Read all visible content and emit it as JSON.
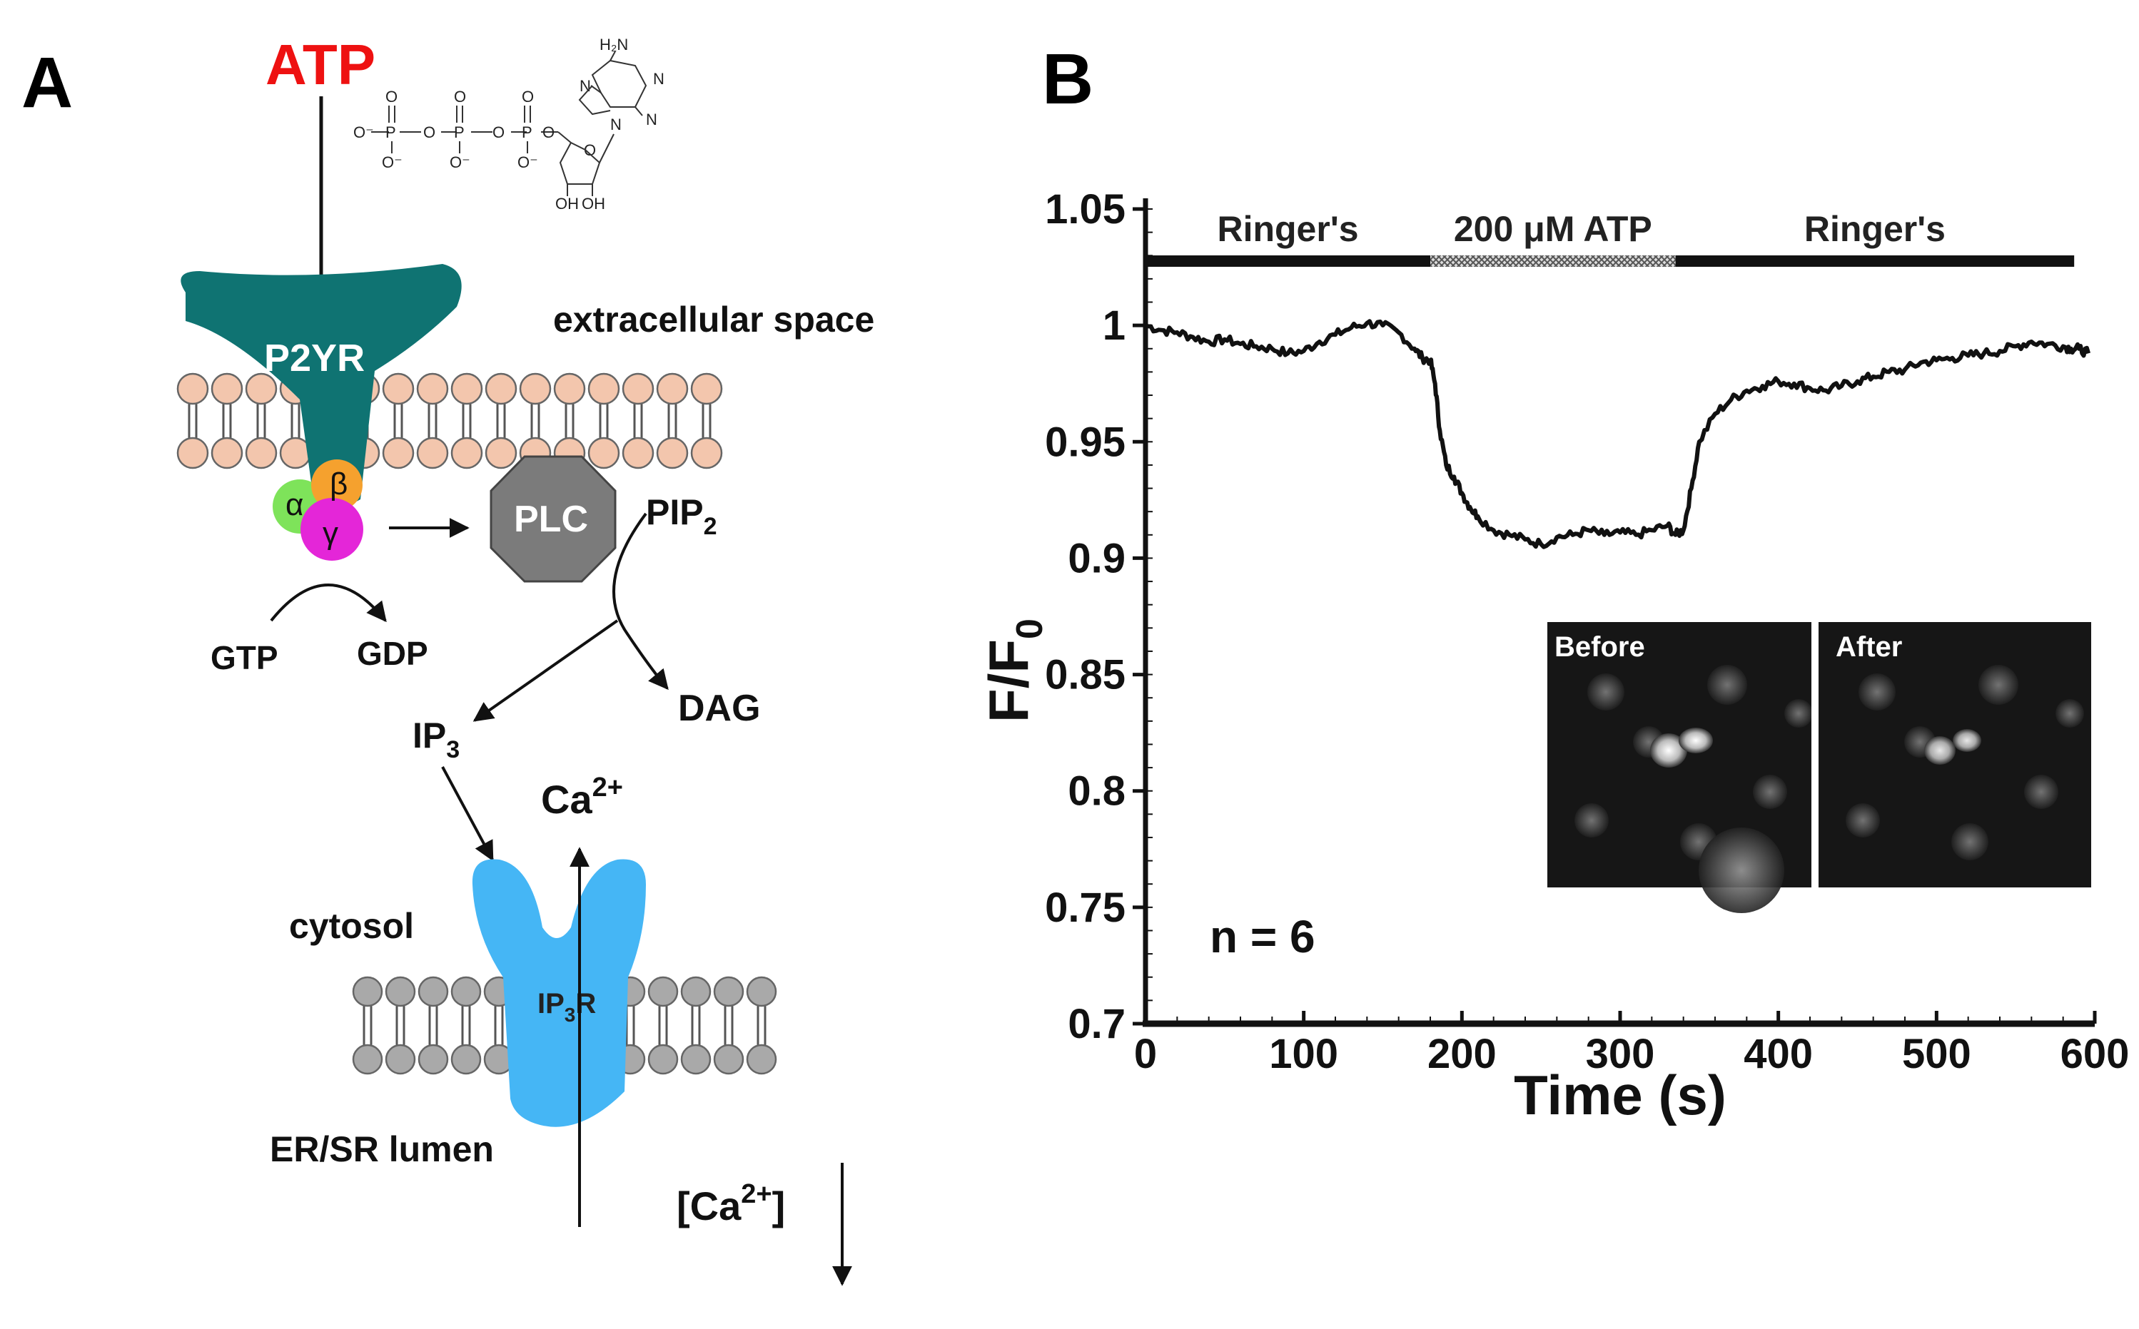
{
  "panels": {
    "a_letter": "A",
    "b_letter": "B"
  },
  "diagram": {
    "atp_label": "ATP",
    "atp_color": "#ee1111",
    "atp_structure_labels": {
      "h2n": "H₂N",
      "phosphate": "P",
      "oxygen": "O",
      "ominus": "O⁻",
      "ring_n": "N",
      "oh": "OH"
    },
    "receptor_label": "P2YR",
    "receptor_color": "#0f7372",
    "extracellular_label": "extracellular space",
    "g_protein": {
      "alpha": "α",
      "beta": "β",
      "gamma": "γ",
      "alpha_color": "#7ee35a",
      "beta_color": "#f5a12e",
      "gamma_color": "#e426d8"
    },
    "plc_label": "PLC",
    "plc_color": "#7b7b7b",
    "pip2": {
      "base": "PIP",
      "sub": "2"
    },
    "gtp_label": "GTP",
    "gdp_label": "GDP",
    "dag_label": "DAG",
    "ip3": {
      "base": "IP",
      "sub": "3"
    },
    "ca_label": {
      "base": "Ca",
      "sup": "2+"
    },
    "cytosol_label": "cytosol",
    "ip3r": {
      "base": "IP",
      "sub": "3",
      "tail": "R"
    },
    "ip3r_color": "#45b6f5",
    "er_label": "ER/SR lumen",
    "ca_conc_label": {
      "open": "[Ca",
      "sup": "2+",
      "close": "]"
    },
    "membrane_head_color_pm": "#f3c6ad",
    "membrane_head_color_er": "#a9a9a9"
  },
  "chart_data": {
    "type": "line",
    "xlabel": "Time (s)",
    "ylabel": {
      "base": "F/F",
      "sub": "0"
    },
    "xlim": [
      0,
      600
    ],
    "ylim": [
      0.7,
      1.05
    ],
    "xticks": [
      "0",
      "100",
      "200",
      "300",
      "400",
      "500",
      "600"
    ],
    "yticks": [
      "0.7",
      "0.75",
      "0.8",
      "0.85",
      "0.9",
      "0.95",
      "1",
      "1.05"
    ],
    "n_label": "n = 6",
    "treatment_bars": [
      {
        "label": "Ringer's",
        "start": 0,
        "end": 180,
        "pattern": "solid"
      },
      {
        "label": "200 μM ATP",
        "start": 180,
        "end": 335,
        "pattern": "hatched"
      },
      {
        "label": "Ringer's",
        "start": 335,
        "end": 587,
        "pattern": "solid"
      }
    ],
    "series": [
      {
        "x": [
          0,
          10,
          20,
          30,
          40,
          50,
          60,
          70,
          80,
          90,
          100,
          110,
          120,
          130,
          140,
          150,
          160,
          170,
          175,
          180,
          183,
          186,
          190,
          195,
          200,
          205,
          210,
          220,
          230,
          240,
          250,
          260,
          270,
          280,
          290,
          300,
          310,
          320,
          330,
          335,
          340,
          345,
          350,
          360,
          370,
          380,
          390,
          400,
          410,
          420,
          430,
          440,
          450,
          460,
          470,
          480,
          490,
          500,
          510,
          520,
          530,
          540,
          550,
          560,
          570,
          580,
          585,
          590,
          596
        ],
        "y": [
          1.0,
          0.998,
          0.997,
          0.995,
          0.993,
          0.994,
          0.992,
          0.991,
          0.99,
          0.988,
          0.989,
          0.993,
          0.996,
          0.999,
          1.001,
          1.0,
          0.997,
          0.99,
          0.986,
          0.985,
          0.975,
          0.955,
          0.94,
          0.935,
          0.928,
          0.922,
          0.918,
          0.912,
          0.91,
          0.908,
          0.906,
          0.909,
          0.91,
          0.912,
          0.91,
          0.911,
          0.91,
          0.912,
          0.914,
          0.91,
          0.912,
          0.93,
          0.95,
          0.962,
          0.968,
          0.972,
          0.974,
          0.976,
          0.975,
          0.973,
          0.972,
          0.974,
          0.976,
          0.978,
          0.98,
          0.981,
          0.984,
          0.985,
          0.986,
          0.987,
          0.988,
          0.989,
          0.991,
          0.993,
          0.992,
          0.991,
          0.99,
          0.99,
          0.988
        ]
      }
    ],
    "inset": {
      "before_label": "Before",
      "after_label": "After"
    }
  }
}
